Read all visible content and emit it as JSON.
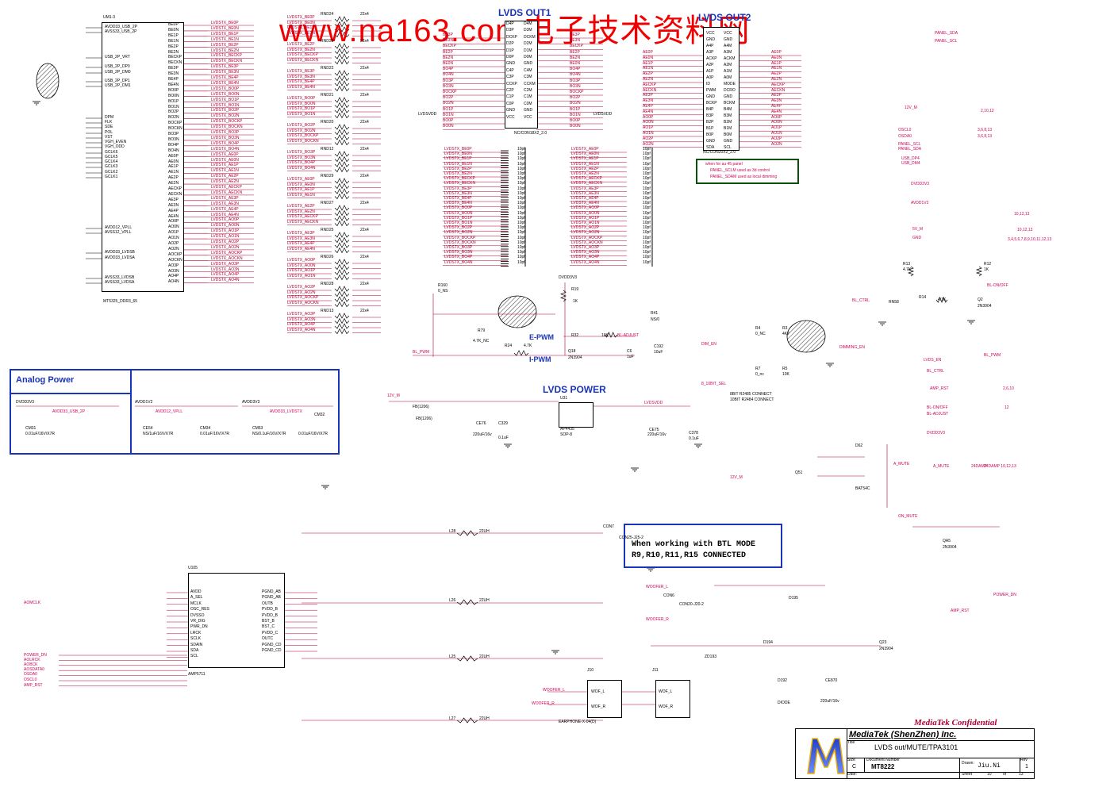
{
  "watermark": "www.na163.com电子技术资料网",
  "titles": {
    "lvds_out1": "LVDS OUT1",
    "lvds_out2": "LVDS OUT2",
    "lvds_power": "LVDS POWER",
    "e_pwm": "E-PWM",
    "i_pwm": "I-PWM",
    "analog_power": "Analog Power"
  },
  "ic_main": {
    "ref": "UM1-3",
    "part": "MT5325_DDR3_65",
    "left_pins": [
      "AVDD33_USB_2P",
      "AVSS33_USB_2P",
      "USB_2P_VRT",
      "USB_2P_DP0",
      "USB_2P_DM0",
      "USB_2P_DP1",
      "USB_2P_DM1",
      "DPM",
      "FLK",
      "SDE",
      "POL",
      "VST",
      "VGH_EVEN",
      "VGH_ODD",
      "GCLK6",
      "GCLK5",
      "GCLK4",
      "GCLK3",
      "GCLK2",
      "GCLK1",
      "AVDD12_VPLL",
      "AVSS12_VPLL",
      "AVDD33_LVDSB",
      "AVDD33_LVDSA",
      "AVSS33_LVDSB",
      "AVSS33_LVDSA"
    ],
    "right_pins": [
      "BE0P",
      "BE0N",
      "BE1P",
      "BE1N",
      "BE2P",
      "BE2N",
      "BECKP",
      "BECKN",
      "BE3P",
      "BE3N",
      "BE4P",
      "BE4N",
      "BO0P",
      "BO0N",
      "BO1P",
      "BO1N",
      "BO2P",
      "BO2N",
      "BOCKP",
      "BOCKN",
      "BO3P",
      "BO3N",
      "BO4P",
      "BO4N",
      "AE0P",
      "AE0N",
      "AE1P",
      "AE1N",
      "AE2P",
      "AE2N",
      "AECKP",
      "AECKN",
      "AE3P",
      "AE3N",
      "AE4P",
      "AE4N",
      "AO0P",
      "AO0N",
      "AO1P",
      "AO1N",
      "AO2P",
      "AO2N",
      "AOCKP",
      "AOCKN",
      "AO3P",
      "AO3N",
      "AO4P",
      "AO4N"
    ]
  },
  "lvds_signals_left": [
    "LVDSTX_BE0P",
    "LVDSTX_BE0N",
    "LVDSTX_BE1P",
    "LVDSTX_BE1N",
    "LVDSTX_BE2P",
    "LVDSTX_BE2N",
    "LVDSTX_BECKP",
    "LVDSTX_BECKN",
    "LVDSTX_BE3P",
    "LVDSTX_BE3N",
    "LVDSTX_BE4P",
    "LVDSTX_BE4N",
    "LVDSTX_BO0P",
    "LVDSTX_BO0N",
    "LVDSTX_BO1P",
    "LVDSTX_BO1N",
    "LVDSTX_BO2P",
    "LVDSTX_BO2N",
    "LVDSTX_BOCKP",
    "LVDSTX_BOCKN",
    "LVDSTX_BO3P",
    "LVDSTX_BO3N",
    "LVDSTX_BO4P",
    "LVDSTX_BO4N",
    "LVDSTX_AE0P",
    "LVDSTX_AE0N",
    "LVDSTX_AE1P",
    "LVDSTX_AE1N",
    "LVDSTX_AE2P",
    "LVDSTX_AE2N",
    "LVDSTX_AECKP",
    "LVDSTX_AECKN",
    "LVDSTX_AE3P",
    "LVDSTX_AE3N",
    "LVDSTX_AE4P",
    "LVDSTX_AE4N",
    "LVDSTX_AO0P",
    "LVDSTX_AO0N",
    "LVDSTX_AO1P",
    "LVDSTX_AO1N",
    "LVDSTX_AO2P",
    "LVDSTX_AO2N",
    "LVDSTX_AOCKP",
    "LVDSTX_AOCKN",
    "LVDSTX_AO3P",
    "LVDSTX_AO3N",
    "LVDSTX_AO4P",
    "LVDSTX_AO4N"
  ],
  "rnd": [
    "RND24",
    "RND23",
    "RND22",
    "RND21",
    "RND20",
    "RND12",
    "RND29",
    "RND27",
    "RND25",
    "RND26",
    "RND28",
    "RND13"
  ],
  "rnd_value": "22x4",
  "conn1": {
    "ref": "NC/CON18X2_2.0",
    "pins": [
      "BE3P",
      "BE3N",
      "BECKP",
      "BE2P",
      "BE2N",
      "BE0N",
      "BO4P",
      "BO4N",
      "BO3P",
      "BO3N",
      "BOCKP",
      "BO2P",
      "BO2N",
      "BO1P",
      "BO1N",
      "BO0P",
      "BO0N"
    ],
    "pin_labels": [
      "D4P",
      "D4M",
      "D3P",
      "D3M",
      "DCKP",
      "DCKM",
      "D2P",
      "D2M",
      "D1P",
      "D1M",
      "D0P",
      "D0M",
      "GND",
      "GND",
      "C4P",
      "C4M",
      "C3P",
      "C3M",
      "CCKP",
      "CCKM",
      "C2P",
      "C2M",
      "C1P",
      "C1M",
      "C0P",
      "C0M",
      "GND",
      "GND",
      "VCC",
      "VCC"
    ]
  },
  "conn2": {
    "ref": "NC/CON20X2_2.0",
    "pin_labels": [
      "VCC",
      "VCC",
      "GND",
      "GND",
      "A4P",
      "A4M",
      "A3P",
      "A3M",
      "ACKP",
      "ACKM",
      "A2P",
      "A2M",
      "A1P",
      "A1M",
      "A0P",
      "A0M",
      "ID",
      "MODE",
      "PWM",
      "DCRO",
      "GND",
      "GND",
      "BCKP",
      "BCKM",
      "B4P",
      "B4M",
      "B3P",
      "B3M",
      "B2P",
      "B2M",
      "B1P",
      "B1M",
      "B0P",
      "B0M",
      "GND",
      "GND",
      "SDA",
      "SCL"
    ]
  },
  "note": {
    "line1": "when for au 45 panel",
    "line2": "PANEL_SCLM used as 3d control",
    "line3": "PANEL_SDAM used as local dimming"
  },
  "cap_value": "10pf",
  "right_nets": [
    "PANEL_SDA",
    "PANEL_SCL",
    "12V_M",
    "OSCL0",
    "OSDA0",
    "PANEL_SCL",
    "PANEL_SDA",
    "USB_DP4",
    "USB_DM4",
    "DVDD3V3",
    "AVDD1V2",
    "5V_M",
    "GND",
    "BL-ON/OFF",
    "BL_CTRL",
    "DIMMING_EN",
    "BL_PWM",
    "LVDS_EN",
    "BL_CTRL",
    "AMP_RST",
    "BL-ON/OFF",
    "BL-ADJUST",
    "DVDD3V3",
    "A_MUTE",
    "24DAMP",
    "ON_MUTE",
    "POWER_DN",
    "AMP_RST"
  ],
  "right_refs": [
    "3,6,8,13",
    "3,6,8,13",
    "2,10,12",
    "3,4,5,6,7,8,9,10,11,12,13",
    "10,12,13",
    "10,12,13",
    "2,6,10",
    "12",
    "24DAMP 10,12,13"
  ],
  "lvds_power": {
    "u31": "U31",
    "part": "AP4435",
    "pkg": "SOP-8",
    "ce76": "CE76",
    "ce76v": "220uF/16v",
    "c329": "C329",
    "c329v": "0.1uF",
    "ce75": "CE75",
    "ce75v": "220uF/16v",
    "c378": "C378",
    "c378v": "0.1uF",
    "l64": "FB(1206)",
    "l63": "FB(1206)",
    "lvdsvdd": "LVDSVDD",
    "12v": "12V_M"
  },
  "epwm": {
    "r19": "R19",
    "r19v": "1K",
    "r32": "R32",
    "r32v": "10K",
    "q18": "Q18",
    "q18p": "2N3904",
    "r24": "R24",
    "r24v": "4.7K",
    "r79": "R79",
    "r79v": "4.7K_NC",
    "c6": "C6",
    "c6v": "1uF",
    "c192": "C192",
    "c192v": "10uF",
    "r41": "R41",
    "r41v": "NS/0",
    "bl_adjust": "BL-ADJUST",
    "bl_pwm": "BL_PWM",
    "r160": "R160",
    "r160v": "0_NS",
    "dvdd": "DVDD3V3"
  },
  "analog": {
    "avdd33": "AVDD33_USB_2P",
    "cm31": "CM31",
    "cm31v": "0.01uF/16V/X7R",
    "avdd12": "AVDD12_VPLL",
    "ce54": "CE54",
    "ce54v": "NS/1uF/16V/X7R",
    "cm34": "CM34",
    "cm34v": "0.01uF/16V/X7R",
    "avdd33l": "AVDD33_LVDSTX",
    "cm53": "CM53",
    "cm53v": "NS/0.1uF/16V/X7R",
    "cm32": "CM32",
    "cm32v": "0.01uF/16V/X7R",
    "dvdd": "DVDD3V3",
    "avdd1v2": "AVDD1V2",
    "avdd3v3": "AVDD3V3"
  },
  "amp": {
    "ref": "U105",
    "part": "AMP5711",
    "pins_left": [
      "AVDD",
      "A_SEL",
      "MCLK",
      "OSC_RES",
      "DVSSO",
      "VR_DIG",
      "PWR_DN",
      "LRCK",
      "SCLK",
      "SDAIN",
      "SDA",
      "SCL"
    ],
    "pins_right": [
      "PGND_AB",
      "PGND_AB",
      "OUTB",
      "PVDD_B",
      "PVDD_B",
      "BST_B",
      "BST_C",
      "PVDD_C",
      "OUTC",
      "PGND_CD",
      "PGND_CD"
    ],
    "aomclk": "AOMCLK",
    "power_dn": "POWER_DN",
    "aolrck": "AOLRCK",
    "aobck": "AOBCK",
    "aosdata0": "AOSDATA0",
    "osda0": "OSDA0",
    "oscl0": "OSCL0",
    "amp_rst": "AMP_RST"
  },
  "outputs": {
    "l28": "L28",
    "l26": "L26",
    "l25": "L25",
    "l27": "L27",
    "h22": "22UH",
    "con7": "CON7",
    "con25": "CON25-J25-2",
    "con6": "CON6",
    "con20": "CON20-J20-2",
    "woofer_l": "WOOFER_L",
    "woofer_r": "WOOFER_R",
    "j10": "J10",
    "j11": "J11",
    "earphone": "EARPHONE-X-04(D)",
    "wof_l": "WOF_L",
    "wof_r": "WOF_R"
  },
  "btl_note": {
    "line1": "When working with BTL MODE",
    "line2": "R9,R10,R11,R15 CONNECTED"
  },
  "mute": {
    "q51": "Q51",
    "q23": "Q23",
    "q23p": "2N3904",
    "qa5": "QA5",
    "qa5p": "2N3904",
    "d62": "D62",
    "bat54c": "BAT54C",
    "a_mute": "A_MUTE",
    "12v_m": "12V_M",
    "zd193": "ZD193",
    "d194": "D194",
    "d195": "D195",
    "d192": "D192",
    "diode": "DIODE",
    "ce870": "CE870",
    "ce870v": "220uF/16v"
  },
  "bl": {
    "q2": "Q2",
    "q2p": "2N3904",
    "r13": "R13",
    "r13v": "4.7K",
    "r12": "R12",
    "r12v": "1K",
    "r14": "R14",
    "r14v": "4.7K",
    "rn58": "RN58",
    "r3": "R3",
    "r3v": "4K7",
    "r4": "R4",
    "r4v": "0_NC",
    "r7": "R7",
    "r7v": "0_nc",
    "r5": "R5",
    "r5v": "10K",
    "dim_en": "DIM_EN",
    "bit10": "8_10BIT_SEL",
    "bit_note1": "8BIT R2485 CONNECT",
    "bit_note2": "10BIT R2484 CONNECT"
  },
  "confidential": "MediaTek Confidential",
  "title_block": {
    "company": "MediaTek (ShenZhen) Inc.",
    "title_label": "Title",
    "title": "LVDS out/MUTE/TPA3101",
    "size_label": "Size",
    "size": "C",
    "doc_label": "Document Number",
    "doc": "MT8222",
    "rev_label": "Rev",
    "rev": "1",
    "drawn_label": "Drawn:",
    "drawn": "Jiu.Ni",
    "date_label": "Date:",
    "sheet_label": "Sheet",
    "sheet": "10",
    "of": "of",
    "total": "13"
  },
  "colors": {
    "wire": "#b00034",
    "text_blue": "#1a35b8",
    "note_green": "#0a4f0a",
    "watermark": "#f00000"
  }
}
